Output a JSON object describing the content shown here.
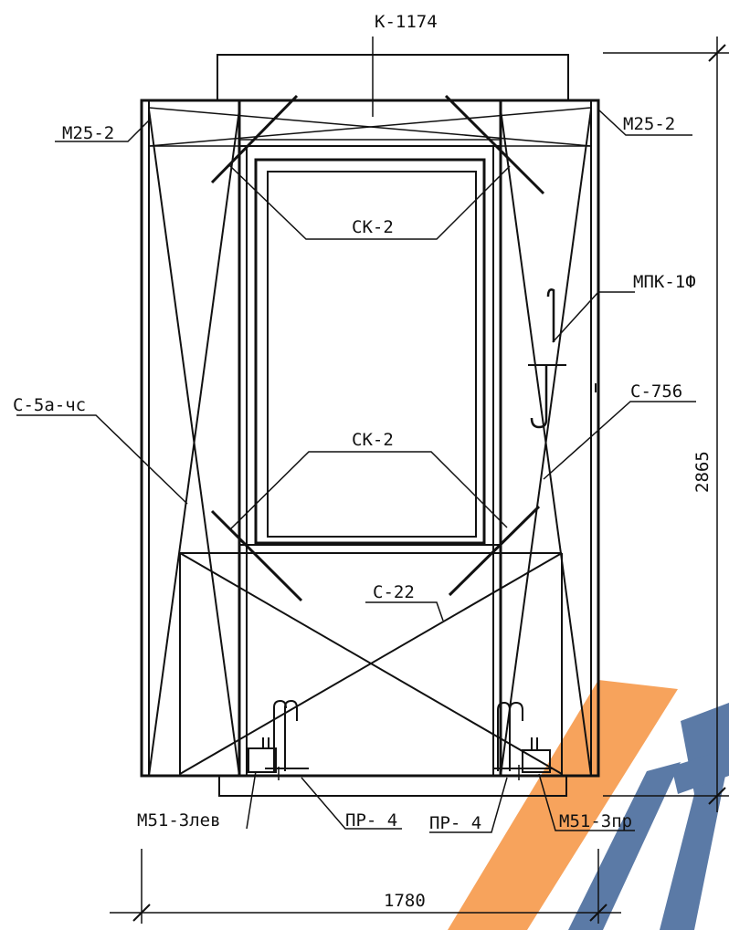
{
  "labels": {
    "k1174": "К-1174",
    "m25_left": "М25-2",
    "m25_right": "М25-2",
    "sk2_top": "СК-2",
    "mpk1f": "МПК-1Ф",
    "c5a": "С-5а-чс",
    "c756": "С-756",
    "sk2_mid": "СК-2",
    "c22": "С-22",
    "m51_left": "М51-3лев",
    "pr4_left": "ПР- 4",
    "pr4_right": "ПР- 4",
    "m51_right": "М51-3пр"
  },
  "dimensions": {
    "height": "2865",
    "width": "1780"
  },
  "colors": {
    "line": "#111111",
    "watermark_orange": "#f7a35c",
    "watermark_blue": "#5b7aa6"
  }
}
